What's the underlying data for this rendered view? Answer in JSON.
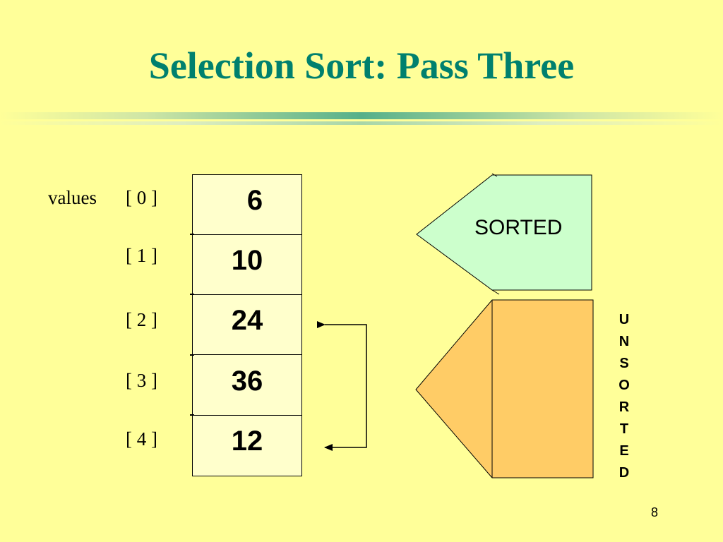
{
  "slide": {
    "title": "Selection Sort: Pass Three",
    "page_number": "8"
  },
  "array": {
    "name": "values",
    "indices": [
      "[ 0 ]",
      "[ 1 ]",
      "[ 2 ]",
      "[ 3 ]",
      "[ 4 ]"
    ],
    "values": [
      "6",
      "10",
      "24",
      "36",
      "12"
    ]
  },
  "regions": {
    "sorted_label": "SORTED",
    "unsorted_label": "UNSORTED"
  },
  "colors": {
    "background": "#ffff99",
    "title": "#00806e",
    "sorted_fill": "#ccffcc",
    "unsorted_fill": "#ffcc66",
    "cell_fill": "#ffffcc"
  }
}
